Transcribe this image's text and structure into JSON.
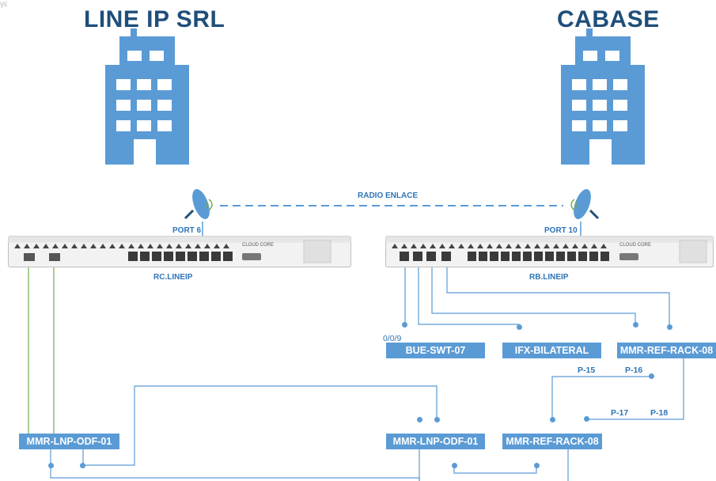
{
  "sites": {
    "left": "LINE IP SRL",
    "right": "CABASE"
  },
  "radio_link": "RADIO ENLACE",
  "routers": {
    "left": {
      "name": "RC.LINEIP",
      "port": "PORT 6",
      "brand": "CLOUD CORE"
    },
    "right": {
      "name": "RB.LINEIP",
      "port": "PORT 10",
      "brand": "CLOUD CORE"
    }
  },
  "interface_label": "0/0/9",
  "boxes": {
    "bue_swt": "BUE-SWT-07",
    "ifx": "IFX-BILATERAL",
    "mmr_ref_top": "MMR-REF-RACK-08",
    "mmr_lnp_left": "MMR-LNP-ODF-01",
    "mmr_lnp_mid": "MMR-LNP-ODF-01",
    "mmr_ref_bottom": "MMR-REF-RACK-08"
  },
  "ports": {
    "p15": "P-15",
    "p16": "P-16",
    "p17": "P-17",
    "p18": "P-18"
  },
  "colors": {
    "title": "#1f4e79",
    "building": "#5b9bd5",
    "box": "#5b9bd5",
    "green_line": "#70ad47",
    "blue_line": "#5b9bd5"
  }
}
